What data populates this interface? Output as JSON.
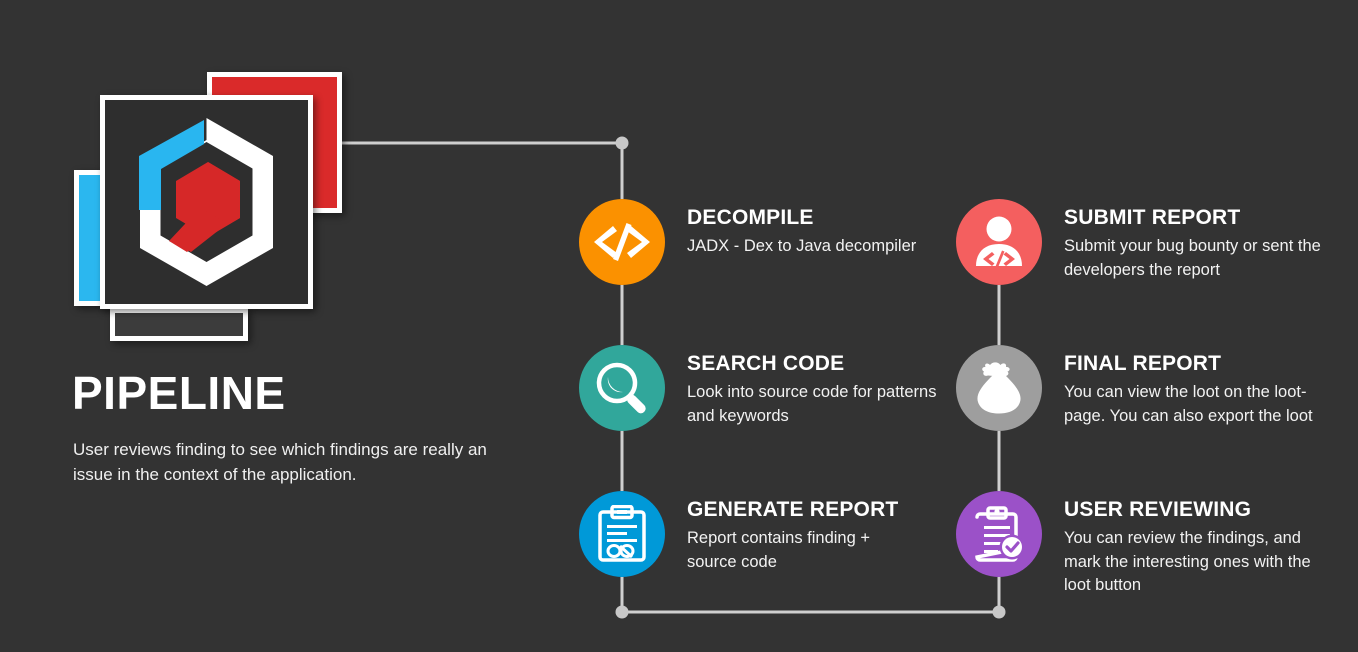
{
  "page": {
    "background_color": "#333333",
    "title": "PIPELINE",
    "description": "User reviews finding to see which findings are really an issue in the context of the application."
  },
  "logo": {
    "name": "stacked-cards-logo",
    "colors": {
      "red_card": "#DA2A2A",
      "blue_card": "#2BB7EF",
      "gray_card": "#3C3C3C",
      "main_card": "#2E2E2E",
      "hex_white": "#FFFFFF",
      "hex_cyan": "#29B6F0",
      "hex_red": "#D62828"
    }
  },
  "steps": [
    {
      "id": "decompile",
      "icon": "code-brackets-icon",
      "color": "#FB9100",
      "title": "DECOMPILE",
      "description": "JADX - Dex to Java decompiler",
      "column": "left",
      "row": 1
    },
    {
      "id": "search-code",
      "icon": "magnifier-icon",
      "color": "#31A79B",
      "title": "SEARCH CODE",
      "description": "Look into source code for patterns and keywords",
      "column": "left",
      "row": 2
    },
    {
      "id": "generate-report",
      "icon": "clipboard-report-icon",
      "color": "#0099D8",
      "title": "GENERATE REPORT",
      "description": "Report contains finding + source code",
      "column": "left",
      "row": 3
    },
    {
      "id": "submit-report",
      "icon": "user-code-icon",
      "color": "#F45F5F",
      "title": "SUBMIT REPORT",
      "description": "Submit your bug bounty or sent the developers the report",
      "column": "right",
      "row": 1
    },
    {
      "id": "final-report",
      "icon": "loot-bag-icon",
      "color": "#9E9E9E",
      "title": "FINAL REPORT",
      "description": "You can view the loot on the loot-page. You can also export the loot",
      "column": "right",
      "row": 2
    },
    {
      "id": "user-reviewing",
      "icon": "clipboard-check-icon",
      "color": "#9B51C8",
      "title": "USER REVIEWING",
      "description": "You can review the findings, and mark the interesting ones with the loot button",
      "column": "right",
      "row": 3
    }
  ],
  "connectors": {
    "line_color": "#CFCFCF",
    "node_color": "#C8C8C8"
  }
}
